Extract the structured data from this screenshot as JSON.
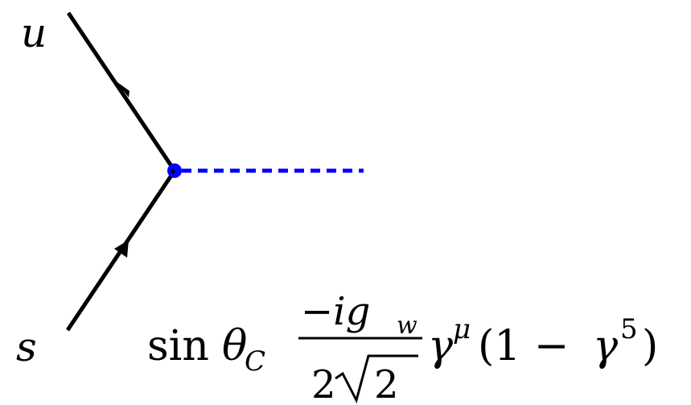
{
  "particles": {
    "top_label": "u",
    "bottom_label": "s"
  },
  "vertex_factor": {
    "prefix": "sin",
    "theta": "θ",
    "theta_sub": "C",
    "numerator": "−ig",
    "numerator_sub": "w",
    "denominator_coeff": "2",
    "denominator_radicand": "2",
    "gamma": "γ",
    "gamma_sup": "μ",
    "paren_open": "(1 −",
    "gamma2": "γ",
    "gamma2_sup": "5",
    "paren_close": ")"
  },
  "colors": {
    "fermion_line": "#000000",
    "vertex": "#0000ff",
    "boson_line": "#0000ff"
  }
}
